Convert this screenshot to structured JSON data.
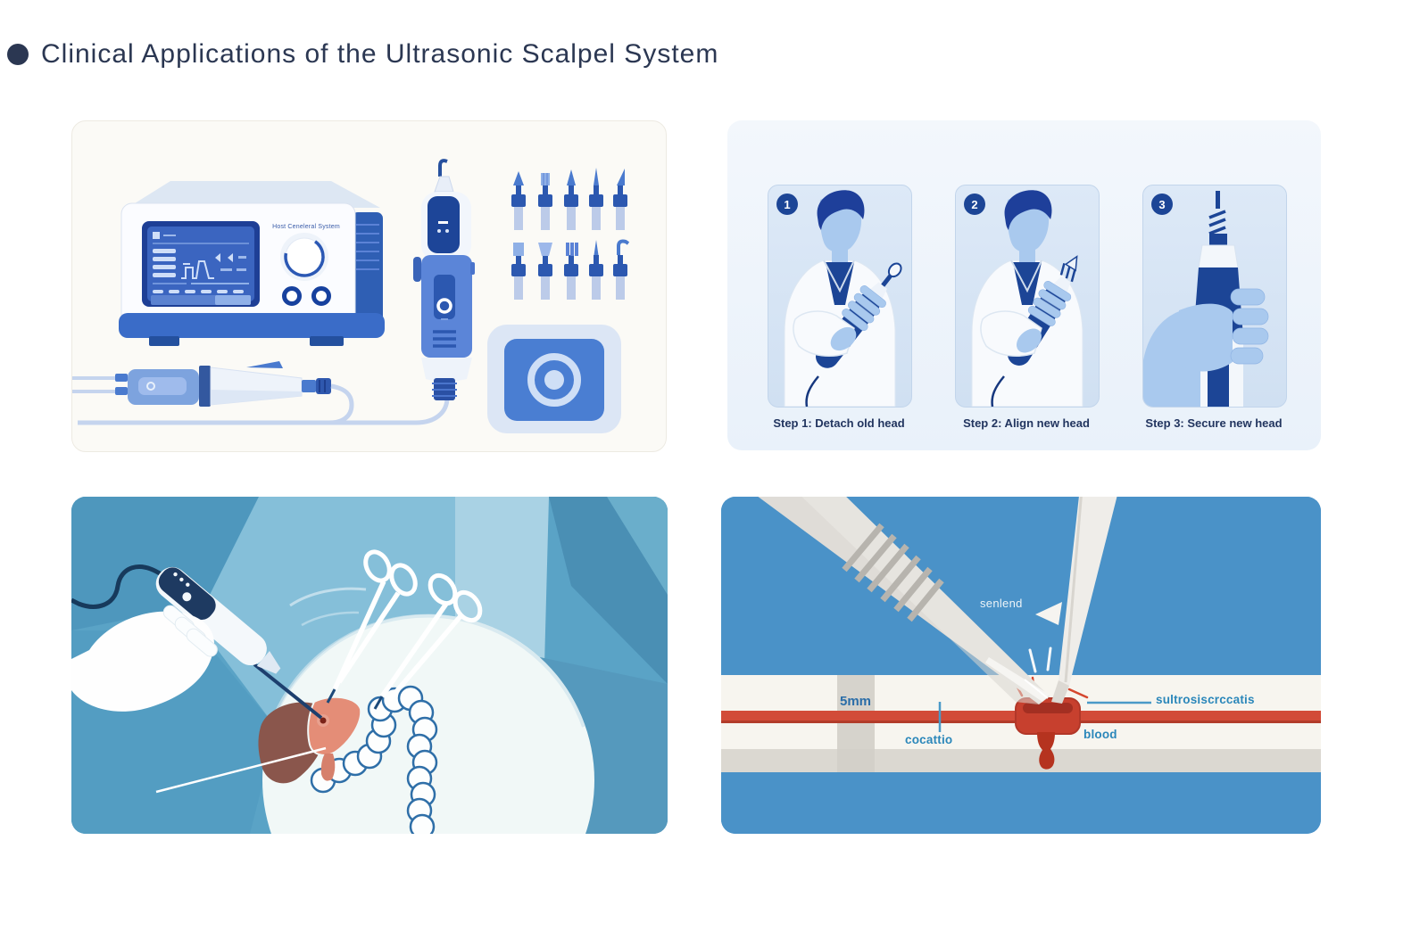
{
  "header": {
    "bullet_icon": "●",
    "title": "Clinical Applications of the Ultrasonic Scalpel System"
  },
  "panels": {
    "equipment": {
      "generator_label": "Host Ceneleral System"
    },
    "head_replacement": {
      "steps": [
        {
          "badge": "1",
          "caption": "Step 1: Detach old head"
        },
        {
          "badge": "2",
          "caption": "Step 2: Align new head"
        },
        {
          "badge": "3",
          "caption": "Step 3: Secure new head"
        }
      ]
    },
    "vessel_sealing": {
      "labels": {
        "instrument": "senlend",
        "vessel_diameter": "5mm",
        "coagulation": "cocattio",
        "seal": "sultrosiscrccatis",
        "blood": "blood"
      }
    }
  },
  "colors": {
    "title_text": "#2b3752",
    "device_navy": "#1c4596",
    "blue_accent": "#4a7ace",
    "steps_panel_bg": "#edf3fa",
    "card_bg": "#d8e5f4",
    "scene_blue": "#5aa3c6",
    "sealing_bg": "#4a92c8",
    "vessel_red": "#d24b38",
    "seal_red": "#b5331f",
    "label_blue": "#2b87ba",
    "skin_blue": "#a9c9ee",
    "liver_dark": "#8a564c",
    "liver_light": "#e48d77"
  }
}
